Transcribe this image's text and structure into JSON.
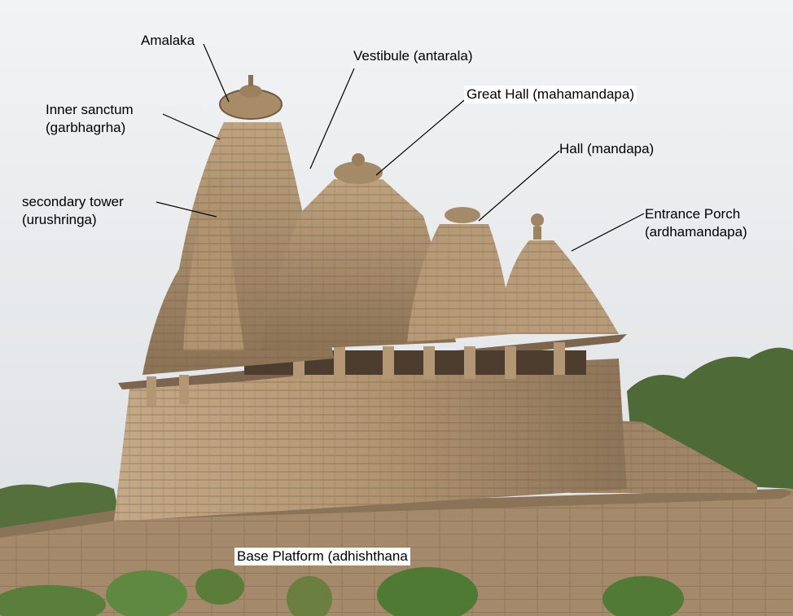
{
  "labels": {
    "amalaka": "Amalaka",
    "vestibule": "Vestibule (antarala)",
    "great_hall": "Great Hall (mahamandapa)",
    "inner_sanctum_1": "Inner sanctum",
    "inner_sanctum_2": "(garbhagrha)",
    "hall": "Hall (mandapa)",
    "secondary_tower_1": "secondary tower",
    "secondary_tower_2": "(urushringa)",
    "entrance_porch_1": "Entrance Porch",
    "entrance_porch_2": "(ardhamandapa)",
    "base_platform": "Base Platform (adhishthana"
  },
  "colors": {
    "sky_top": "#eef0f1",
    "sky_bottom": "#dfe3e6",
    "stone_light": "#cdb592",
    "stone_mid": "#a88c68",
    "stone_dark": "#6e5a44",
    "foliage": "#4e6a36",
    "leader": "#000000"
  }
}
